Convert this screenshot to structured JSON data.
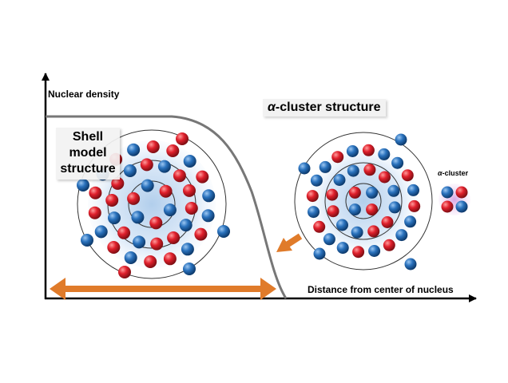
{
  "axes": {
    "y_label": "Nuclear density",
    "x_label": "Distance from center of nucleus"
  },
  "labels": {
    "cluster_structure_symbol": "α",
    "cluster_structure_rest": "-cluster structure",
    "shell_line1": "Shell",
    "shell_line2": "model",
    "shell_line3": "structure",
    "alpha_cluster_symbol": "α",
    "alpha_cluster_rest": "-cluster"
  },
  "colors": {
    "proton": "#d0202e",
    "neutron": "#1f67b0",
    "density_curve": "#777777",
    "arrow": "#e07b2a",
    "nucleus_fill": "#cfe1f5",
    "alpha_glow": "#c77fd6"
  }
}
